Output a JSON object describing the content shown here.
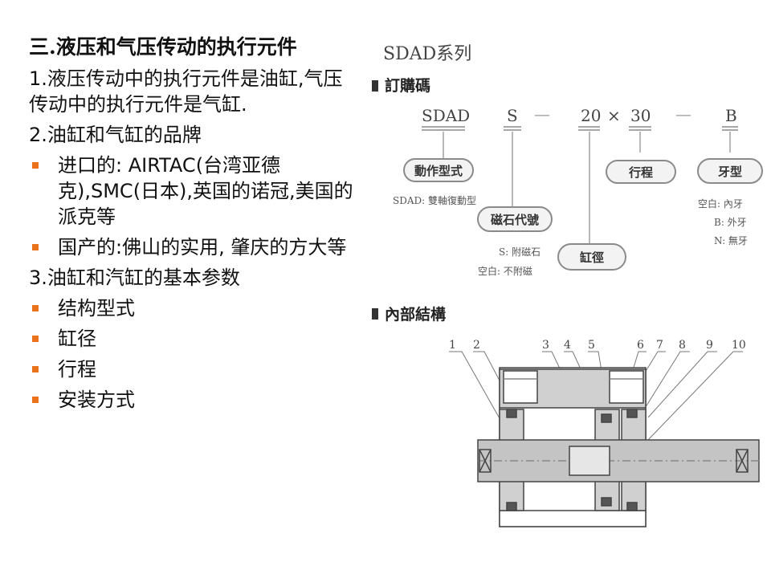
{
  "left": {
    "title": "三.液压和气压传动的执行元件",
    "p1": "1.液压传动中的执行元件是油缸,气压传动中的执行元件是气缸.",
    "p2": "2.油缸和气缸的品牌",
    "brands": [
      "进口的: AIRTAC(台湾亚德克),SMC(日本),英国的诺冠,美国的派克等",
      "国产的:佛山的实用, 肇庆的方大等"
    ],
    "p3": "3.油缸和汽缸的基本参数",
    "params": [
      "结构型式",
      "缸径",
      "行程",
      "安装方式"
    ]
  },
  "figure": {
    "series_title": "SDAD系列",
    "order_code_heading": "訂購碼",
    "code": {
      "model": "SDAD",
      "magnet": "S",
      "dash1": "—",
      "bore": "20",
      "times": "×",
      "stroke": "30",
      "dash2": "—",
      "thread": "B"
    },
    "pills": {
      "action_type": "動作型式",
      "magnet_code": "磁石代號",
      "bore": "缸徑",
      "stroke": "行程",
      "thread": "牙型"
    },
    "notes": {
      "action": "SDAD: 雙軸復動型",
      "magnet_s": "S: 附磁石",
      "magnet_blank": "空白: 不附磁",
      "thread_blank": "空白: 內牙",
      "thread_b": "B: 外牙",
      "thread_n": "N: 無牙"
    },
    "structure_heading": "內部結構",
    "part_numbers": [
      "1",
      "2",
      "3",
      "4",
      "5",
      "6",
      "7",
      "8",
      "9",
      "10"
    ]
  },
  "colors": {
    "bullet": "#e8731b",
    "pill_border": "#8a8a8a",
    "line": "#888888",
    "body_fill": "#d0d0d0",
    "rod_fill": "#c4c4c4"
  }
}
